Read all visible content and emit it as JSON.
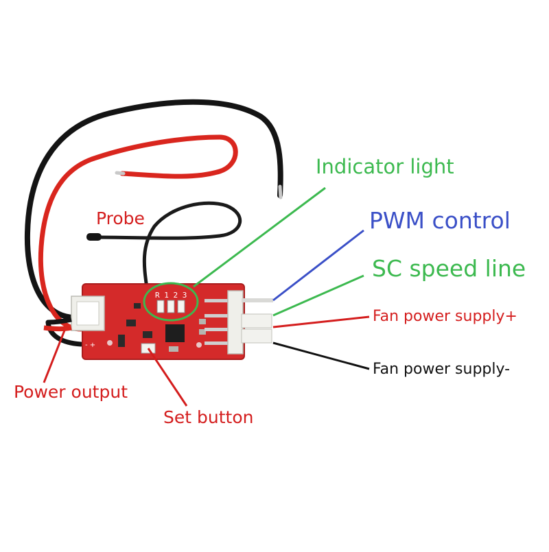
{
  "labels": {
    "indicator_light": "Indicator light",
    "pwm_control": "PWM control",
    "sc_speed_line": "SC speed line",
    "fan_power_plus": "Fan power supply+",
    "fan_power_minus": "Fan power supply-",
    "probe": "Probe",
    "power_output": "Power output",
    "set_button": "Set button"
  },
  "board": {
    "silkscreen_leds": "R 1 2 3",
    "silkscreen_polarity": "- +"
  },
  "colors": {
    "green_label": "#3cb94f",
    "blue_label": "#3a4fc7",
    "red_label": "#d41d1d",
    "black_label": "#111111",
    "pcb": "#d42a2a",
    "wire_red": "#d9261e",
    "wire_black": "#141414",
    "connector": "#eeeeea"
  }
}
